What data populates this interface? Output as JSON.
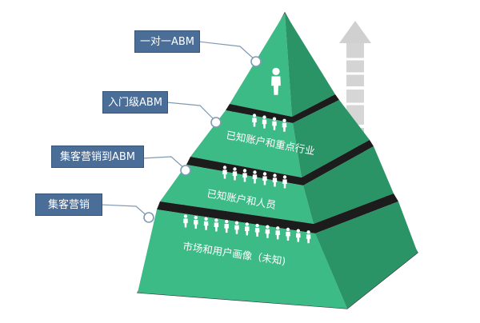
{
  "pyramid": {
    "tiers": [
      {
        "label": "一对一ABM",
        "caption": "",
        "people_count": 1,
        "colors": {
          "left": "#3dbb86",
          "right": "#2a9466"
        }
      },
      {
        "label": "入门级ABM",
        "caption": "已知账户和重点行业",
        "people_count": 4,
        "colors": {
          "left": "#3dbb86",
          "right": "#2a9466"
        }
      },
      {
        "label": "集客营销到ABM",
        "caption": "已知账户和人员",
        "people_count": 7,
        "colors": {
          "left": "#3dbb86",
          "right": "#2a9466"
        }
      },
      {
        "label": "集客营销",
        "caption": "市场和用户画像（未知)",
        "people_count": 13,
        "colors": {
          "left": "#3dbb86",
          "right": "#2a9466"
        }
      }
    ],
    "separator_color": "#1c1c1c",
    "person_icon": "person-icon"
  },
  "arrow": {
    "icon": "up-arrow-icon",
    "color": "#d4d4d4"
  },
  "colors": {
    "label_box": "#4a6e98",
    "connector": "#7f9ab4",
    "dot_fill": "#ffffff"
  }
}
